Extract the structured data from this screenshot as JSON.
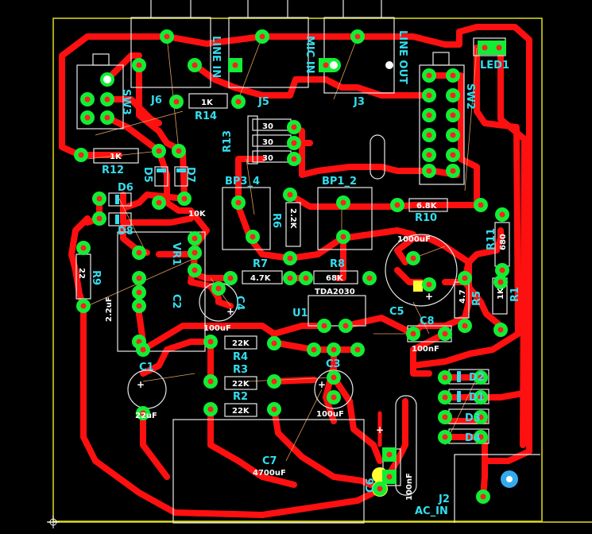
{
  "colors": {
    "background": "#000000",
    "trace": "#ff1010",
    "silkscreen": "#e8e8e8",
    "pad": "#ffff33",
    "pad_hole": "#11ee33",
    "label": "#33ddee",
    "board_outline": "#dddd22"
  },
  "connectors": {
    "line_in": "LINE IN",
    "mic_in": "MIC IN",
    "line_out": "LINE OUT",
    "ac_in": "AC_IN",
    "j6": "J6",
    "j5": "J5",
    "j3": "J3",
    "j2": "J2"
  },
  "switches": {
    "sw3": "SW3",
    "sw2": "SW2"
  },
  "led": {
    "led1": "LED1"
  },
  "resistors": {
    "r14": {
      "ref": "R14",
      "value": "1K"
    },
    "r12": {
      "ref": "R12",
      "value": "1K"
    },
    "r13": {
      "ref": "R13",
      "values": [
        "30",
        "30",
        "30"
      ]
    },
    "r10": {
      "ref": "R10",
      "value": "6.8K"
    },
    "r11": {
      "ref": "R11",
      "value": "680"
    },
    "r9": {
      "ref": "R9",
      "value": "22"
    },
    "r6": {
      "ref": "R6",
      "value": "2.2K"
    },
    "r7": {
      "ref": "R7",
      "value": "4.7K"
    },
    "r8": {
      "ref": "R8",
      "value": "68K"
    },
    "r5": {
      "ref": "R5",
      "value": "4.7"
    },
    "r1": {
      "ref": "R1",
      "value": "1K"
    },
    "r4": {
      "ref": "R4",
      "value": "22K"
    },
    "r3": {
      "ref": "R3",
      "value": "22K"
    },
    "r2": {
      "ref": "R2",
      "value": "22K"
    }
  },
  "diodes": {
    "d5": "D5",
    "d7": "D7",
    "d6": "D6",
    "d8": "D8",
    "d2": "D2",
    "d1": "D1",
    "d3": "D3",
    "d4": "D4"
  },
  "capacitors": {
    "c2": {
      "ref": "C2",
      "value": "2.2uF"
    },
    "c4": {
      "ref": "C4",
      "value": "100uF"
    },
    "c5": {
      "ref": "C5",
      "value": "1000uF"
    },
    "c8": {
      "ref": "C8",
      "value": "100nF"
    },
    "c1": {
      "ref": "C1",
      "value": "22uF"
    },
    "c3": {
      "ref": "C3",
      "value": "100uF"
    },
    "c7": {
      "ref": "C7",
      "value": "4700uF"
    },
    "c6": {
      "ref": "C6",
      "value": "100nF"
    }
  },
  "misc": {
    "bp3_4": "BP3_4",
    "bp1_2": "BP1_2",
    "vr1": "VR1",
    "vr1_value": "10K",
    "u1": "U1",
    "u1_part": "TDA2030"
  }
}
